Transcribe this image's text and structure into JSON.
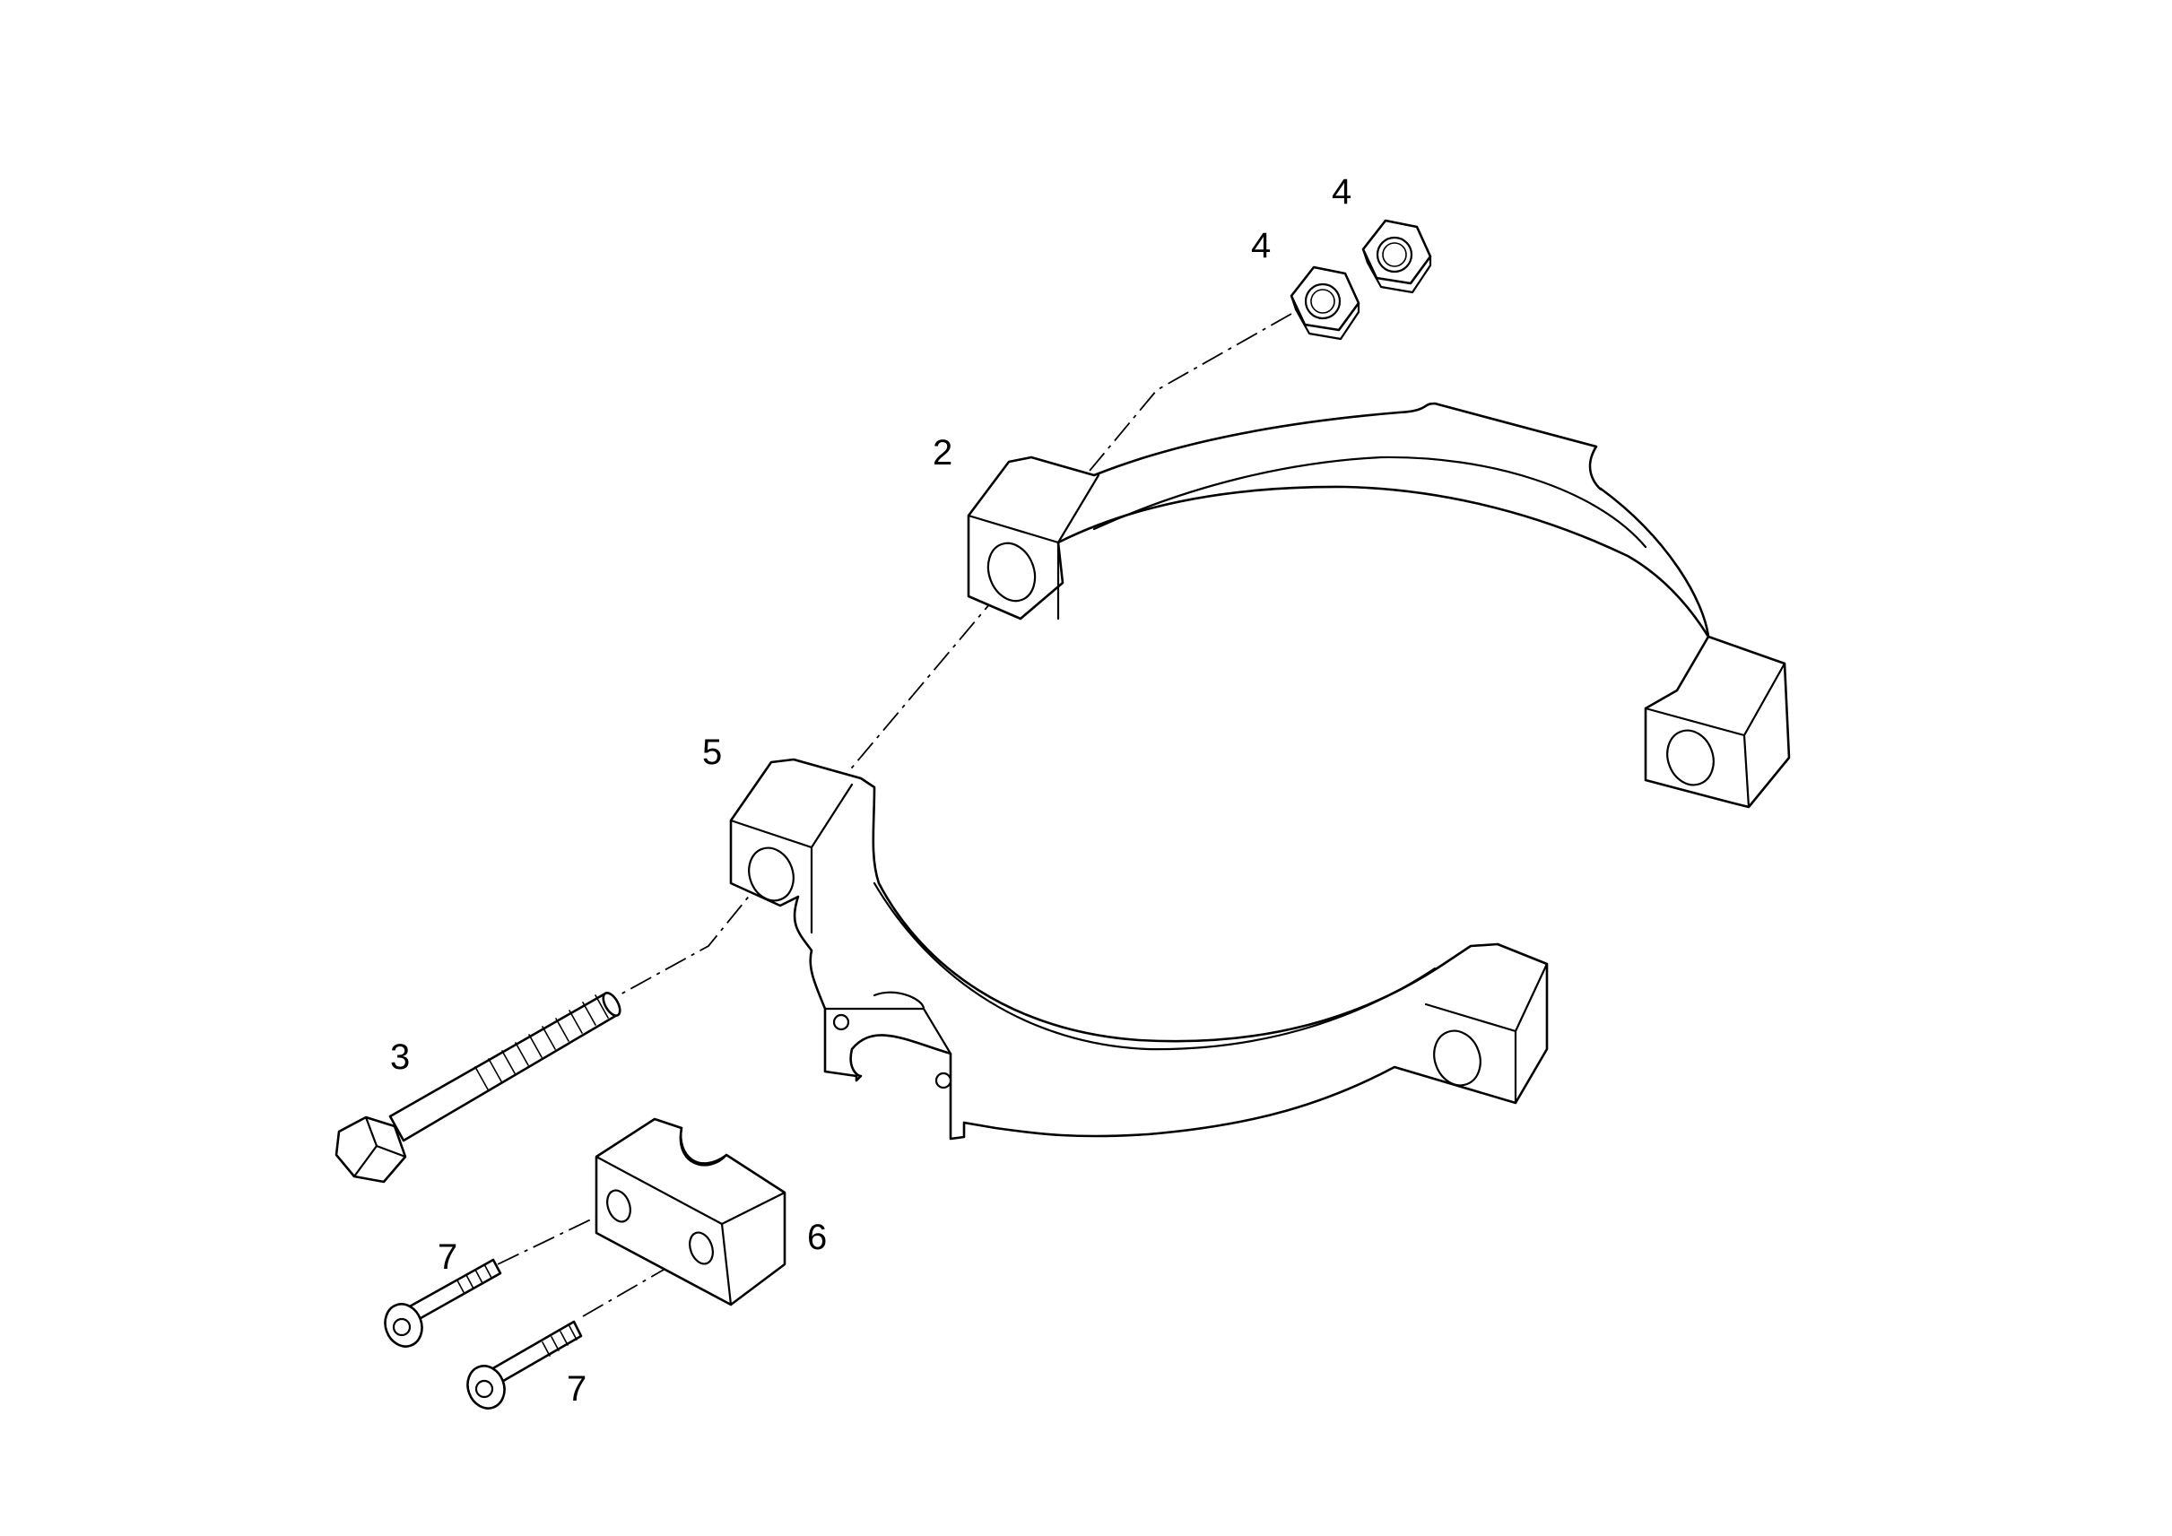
{
  "callouts": {
    "part_2": "2",
    "part_3": "3",
    "part_4_a": "4",
    "part_4_b": "4",
    "part_5": "5",
    "part_6": "6",
    "part_7_a": "7",
    "part_7_b": "7"
  }
}
